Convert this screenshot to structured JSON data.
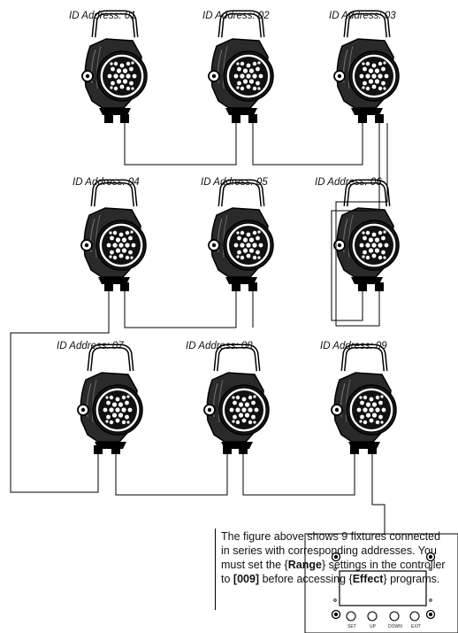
{
  "fixtures": [
    {
      "label": "ID Address: 01"
    },
    {
      "label": "ID Address: 02"
    },
    {
      "label": "ID Address: 03"
    },
    {
      "label": "ID Address: 04"
    },
    {
      "label": "ID Address: 05"
    },
    {
      "label": "ID Address: 06"
    },
    {
      "label": "ID Address: 07"
    },
    {
      "label": "ID Address: 08"
    },
    {
      "label": "ID Address: 09"
    }
  ],
  "caption": {
    "part1": "The figure above shows 9 fixtures connected in series with corresponding addresses. You must set the {",
    "range_word": "Range",
    "part2": "} settings in the controller to ",
    "value": "[009]",
    "part3": " before accessing {",
    "effect_word": "Effect",
    "part4": "} programs."
  },
  "controller": {
    "buttons": [
      "SET",
      "UP",
      "DOWN",
      "EXIT"
    ]
  }
}
